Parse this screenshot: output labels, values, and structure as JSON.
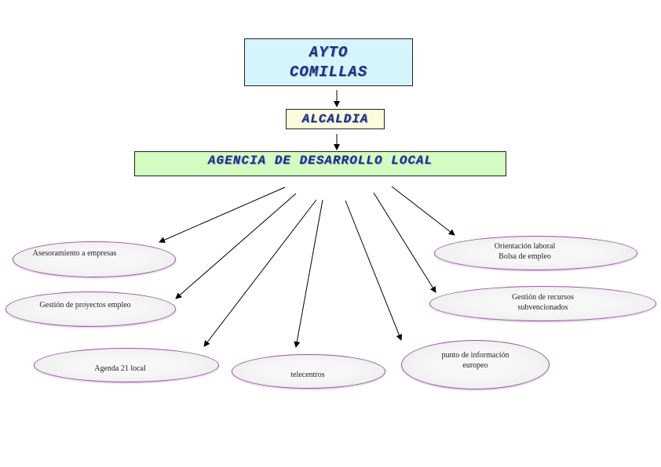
{
  "org": {
    "ayto": [
      "AYTO",
      "COMILLAS"
    ],
    "alcaldia": "ALCALDIA",
    "agencia": "AGENCIA DE DESARROLLO LOCAL"
  },
  "services": {
    "asesoramiento": "Asesoramiento a empresas",
    "gestion_proyectos": "Gestión de proyectos empleo",
    "agenda21": "Agenda 21 local",
    "telecentros": "telecentros",
    "punto_info": [
      "punto de información",
      "europeo"
    ],
    "recursos": [
      "Gestión de recursos",
      "subvencionados"
    ],
    "orientacion": [
      "Orientación laboral",
      "Bolsa de empleo"
    ]
  },
  "colors": {
    "ayto_fill": "#d6f4fb",
    "alcaldia_fill": "#fbfadb",
    "agencia_fill": "#d4fcc0",
    "node_border": "#9b5aa6",
    "title_text": "#1d2f86"
  }
}
